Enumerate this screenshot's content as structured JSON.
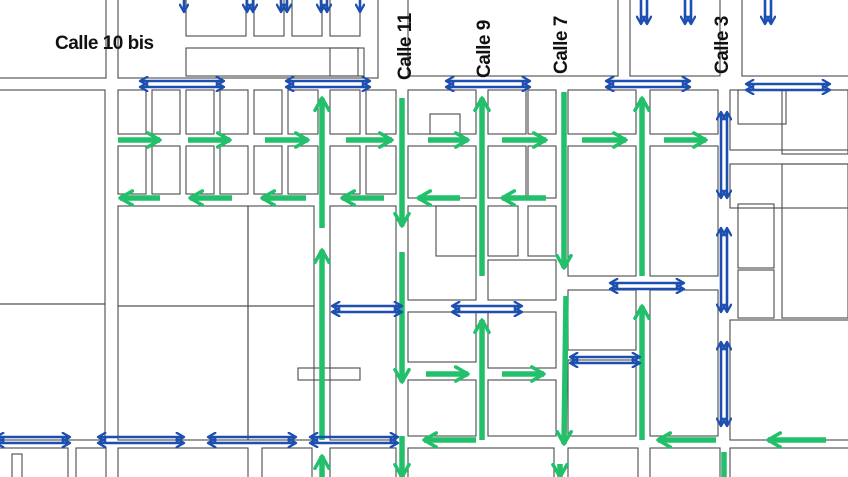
{
  "map": {
    "colors": {
      "background": "#ffffff",
      "block_outline": "#4a4a4a",
      "one_way_green": "#22c06a",
      "two_way_blue": "#1d4fb0"
    },
    "labels": {
      "calle_10_bis": "Calle 10 bis",
      "calle_11": "Calle 11",
      "calle_9": "Calle 9",
      "calle_7": "Calle 7",
      "calle_3": "Calle 3"
    }
  }
}
